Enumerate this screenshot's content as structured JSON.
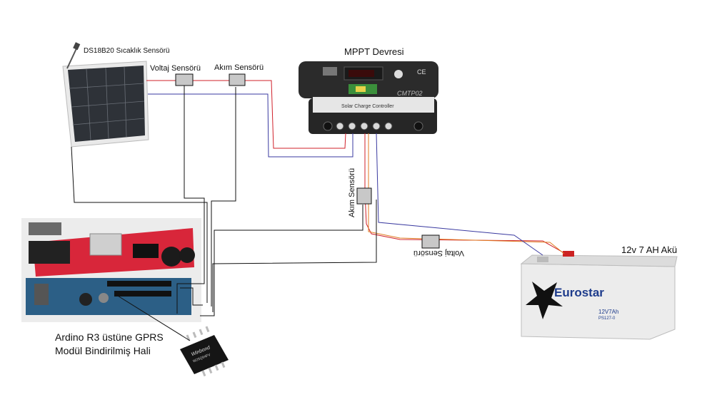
{
  "labels": {
    "temp_sensor": "DS18B20 Sıcaklık Sensörü",
    "panel_voltage_sensor": "Voltaj Sensörü",
    "panel_current_sensor": "Akım Sensörü",
    "mppt_title": "MPPT Devresi",
    "controller_brand": "CMTP02",
    "controller_text": "Solar Charge Controller",
    "battery_current_sensor": "Akım Sensörü",
    "battery_voltage_sensor": "Voltaj Sensörü",
    "battery_title": "12v 7 AH Akü",
    "battery_brand": "Eurostar",
    "battery_model": "12V7Ah",
    "battery_code": "PS127-0",
    "arduino_caption_line1": "Ardino R3 üstüne GPRS",
    "arduino_caption_line2": "Modül Bindirilmiş Hali",
    "chip_brand": "Winbond",
    "chip_code": "W25Q64FV"
  },
  "colors": {
    "positive_wire": "#d0202a",
    "negative_wire": "#3a3aa0",
    "signal_wire": "#111111",
    "battery_wire": "#e07b20",
    "sensor_box": "#c8c8c8"
  }
}
